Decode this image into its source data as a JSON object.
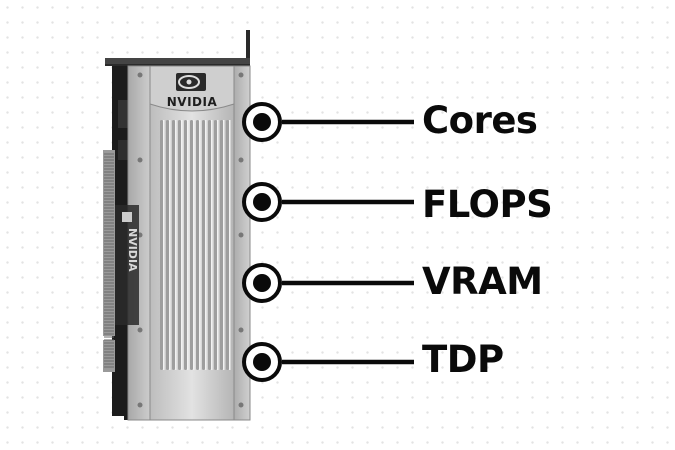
{
  "card": {
    "brand": "NVIDIA",
    "side_brand": "NVIDIA"
  },
  "callouts": [
    {
      "label": "Cores"
    },
    {
      "label": "FLOPS"
    },
    {
      "label": "VRAM"
    },
    {
      "label": "TDP"
    }
  ],
  "colors": {
    "text": "#0a0a0a",
    "line": "#0a0a0a",
    "marker_fill": "#ffffff"
  }
}
